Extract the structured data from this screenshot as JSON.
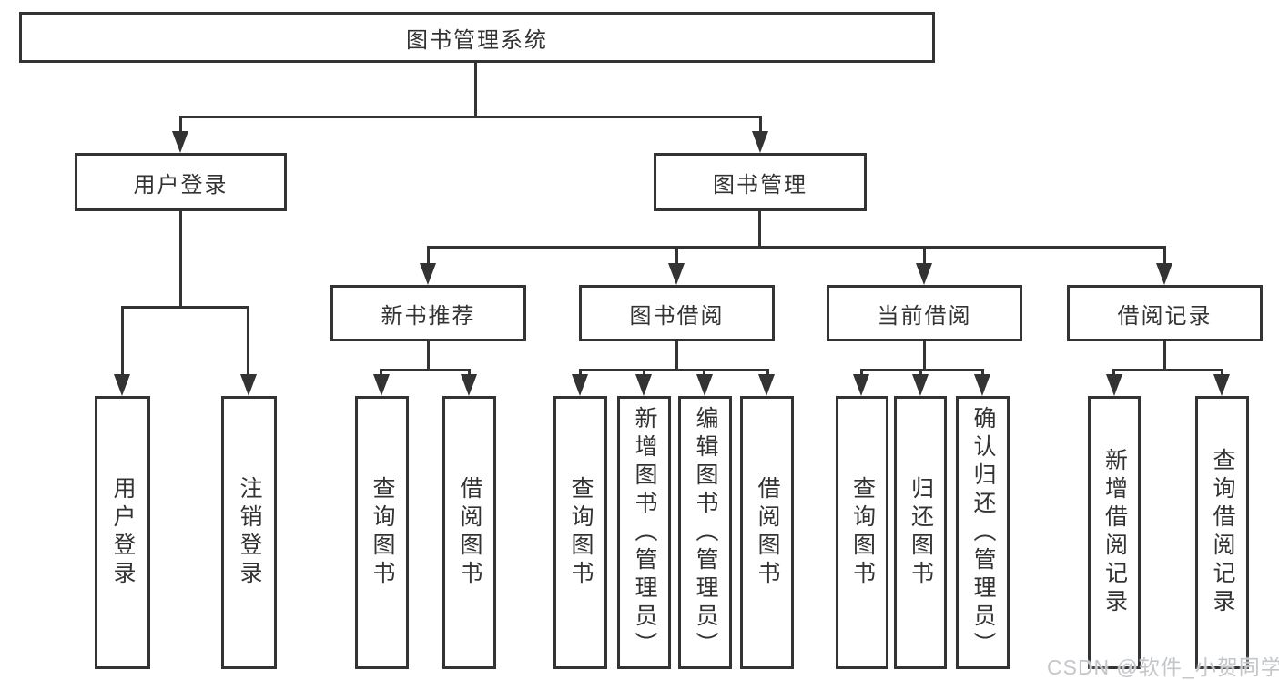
{
  "diagram": {
    "root": {
      "label": "图书管理系统"
    },
    "branches": [
      {
        "label": "用户登录",
        "children": [
          "用户登录",
          "注销登录"
        ]
      },
      {
        "label": "图书管理",
        "children": [
          {
            "label": "新书推荐",
            "children": [
              "查询图书",
              "借阅图书"
            ]
          },
          {
            "label": "图书借阅",
            "children": [
              "查询图书",
              "新增图书（管理员）",
              "编辑图书（管理员）",
              "借阅图书"
            ]
          },
          {
            "label": "当前借阅",
            "children": [
              "查询图书",
              "归还图书",
              "确认归还（管理员）"
            ]
          },
          {
            "label": "借阅记录",
            "children": [
              "新增借阅记录",
              "查询借阅记录"
            ]
          }
        ]
      }
    ],
    "watermark": "CSDN @软件_小贺同学",
    "colors": {
      "line": "#333333",
      "box_background": "#ffffff",
      "text": "#333333",
      "watermark": "#c3c6cb"
    }
  }
}
